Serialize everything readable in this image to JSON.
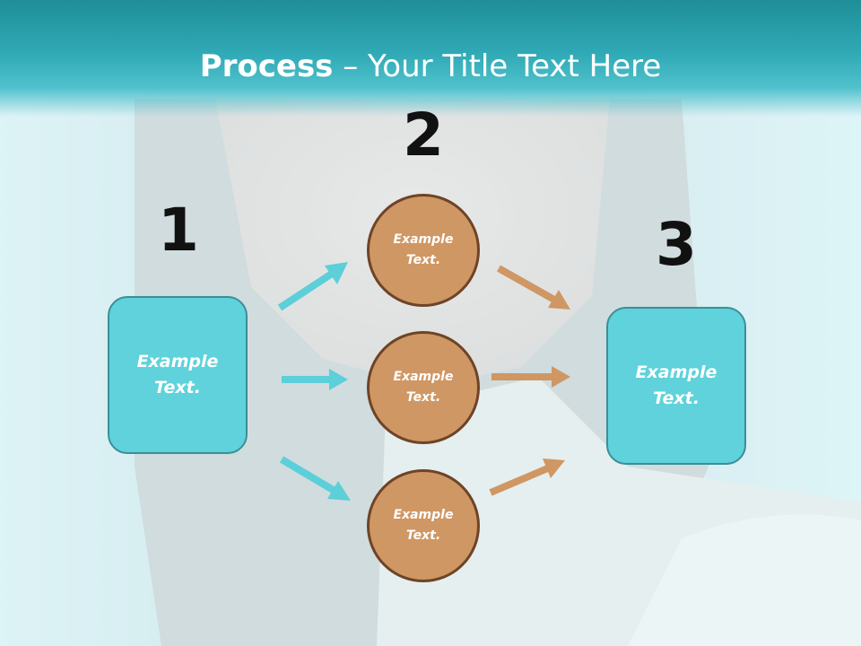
{
  "slide": {
    "title_strong": "Process",
    "title_rest": " – Your Title Text Here"
  },
  "steps": {
    "one": "1",
    "two": "2",
    "three": "3"
  },
  "left_box": {
    "text": "Example Text."
  },
  "right_box": {
    "text": "Example Text."
  },
  "circles": [
    {
      "text": "Example Text."
    },
    {
      "text": "Example Text."
    },
    {
      "text": "Example Text."
    }
  ],
  "colors": {
    "title_band": "#2fa9b5",
    "box_fill": "#5fd2db",
    "box_border": "#3b8f98",
    "circle_fill": "#cf9764",
    "circle_border": "#6e4427",
    "teal_arrow": "#5ccfd9",
    "brown_arrow": "#cf9764"
  }
}
